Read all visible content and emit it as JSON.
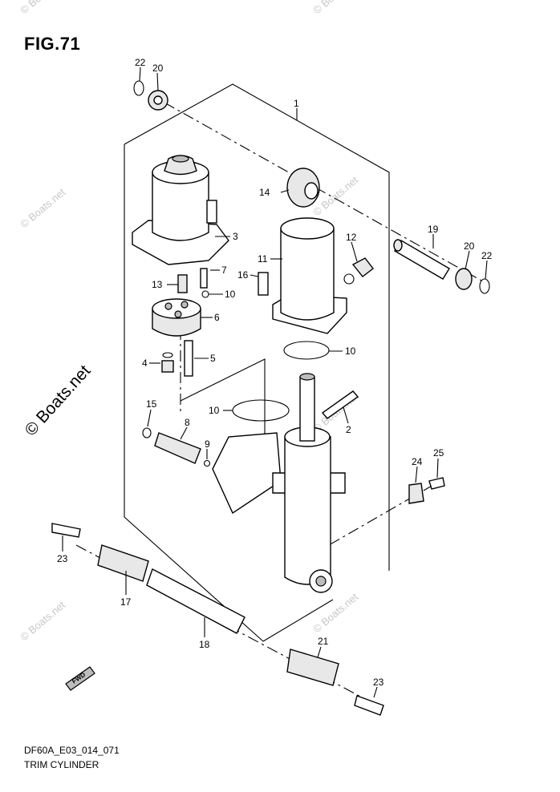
{
  "figure": {
    "title": "FIG.71",
    "code": "DF60A_E03_014_071",
    "name": "TRIM CYLINDER"
  },
  "watermarks": [
    "© Boats.net",
    "© Boats.net",
    "© Boats.net",
    "© Boats.net",
    "© Boats.net",
    "© Boats.net",
    "© Boats.net",
    "© Boats.net"
  ],
  "direction_label": "FWD",
  "callouts": [
    "22",
    "20",
    "1",
    "14",
    "3",
    "19",
    "20",
    "22",
    "12",
    "11",
    "16",
    "7",
    "13",
    "10",
    "6",
    "10",
    "4",
    "5",
    "10",
    "2",
    "15",
    "8",
    "9",
    "24",
    "25",
    "23",
    "17",
    "18",
    "21",
    "23"
  ]
}
